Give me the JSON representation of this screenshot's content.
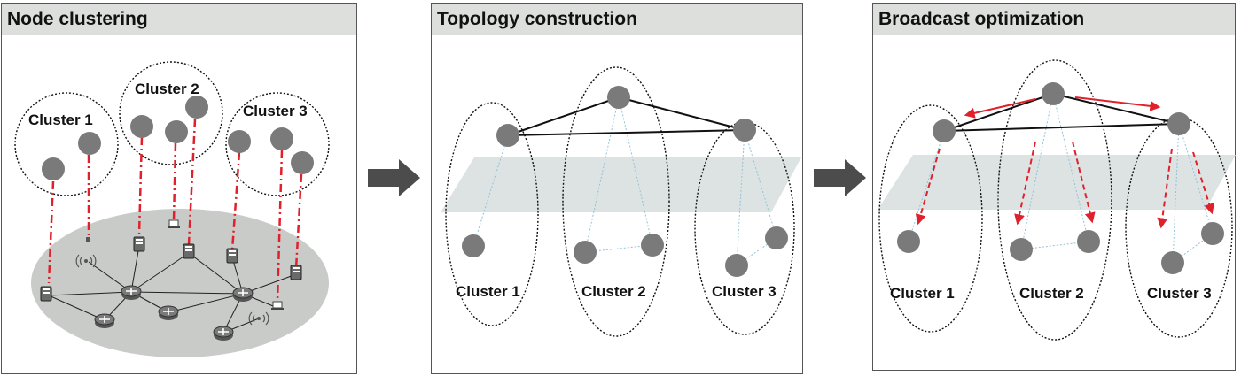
{
  "panels": [
    {
      "title": "Node clustering"
    },
    {
      "title": "Topology construction"
    },
    {
      "title": "Broadcast optimization"
    }
  ],
  "cluster_labels": [
    "Cluster 1",
    "Cluster 2",
    "Cluster 3"
  ],
  "colors": {
    "node": "#7a7a7a",
    "header": "#dcdfdc",
    "ground": "#c9cbc9",
    "plane": "#dde3e3",
    "dashdot": "#e0202a",
    "broadcast_arrow": "#e0202a",
    "cluster_outline": "#111111",
    "link_thin": "#8fc4d8"
  },
  "icons": [
    "server-icon",
    "router-icon",
    "laptop-icon",
    "wireless-ap-icon",
    "flow-arrow-icon"
  ]
}
